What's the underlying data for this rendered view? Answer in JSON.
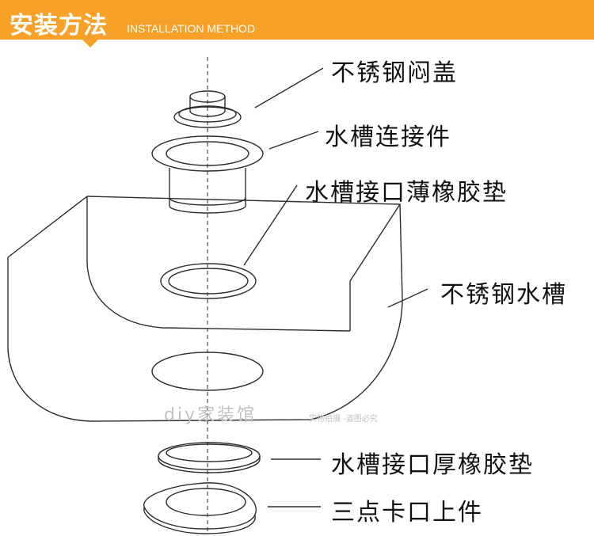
{
  "header": {
    "title_cn": "安装方法",
    "title_en": "INSTALLATION METHOD",
    "color": "#f7a128"
  },
  "labels": {
    "lid": "不锈钢闷盖",
    "connector": "水槽连接件",
    "thin_gasket": "水槽接口薄橡胶垫",
    "sink": "不锈钢水槽",
    "thick_gasket": "水槽接口厚橡胶垫",
    "clamp": "三点卡口上件"
  },
  "watermark": {
    "main": "diy家装馆",
    "sub": "—实物拍摄 -盗图必究"
  }
}
